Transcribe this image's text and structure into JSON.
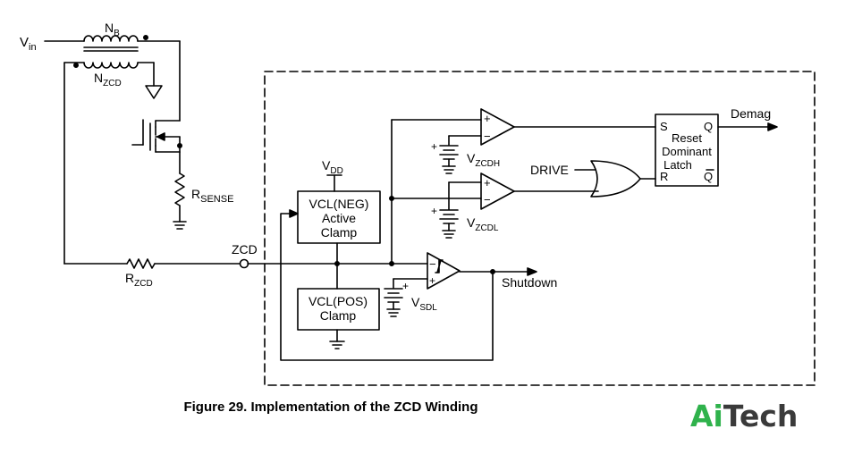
{
  "labels": {
    "vin_main": "V",
    "vin_sub": "in",
    "nb_main": "N",
    "nb_sub": "B",
    "nzcd_main": "N",
    "nzcd_sub": "ZCD",
    "rsense_main": "R",
    "rsense_sub": "SENSE",
    "zcd": "ZCD",
    "rzcd_main": "R",
    "rzcd_sub": "ZCD",
    "vdd_main": "V",
    "vdd_sub": "DD",
    "vcl_neg_line1": "VCL(NEG)",
    "vcl_neg_line2": "Active",
    "vcl_neg_line3": "Clamp",
    "vcl_pos_line1": "VCL(POS)",
    "vcl_pos_line2": "Clamp",
    "vzcdh_main": "V",
    "vzcdh_sub": "ZCDH",
    "vzcdl_main": "V",
    "vzcdl_sub": "ZCDL",
    "vsdl_main": "V",
    "vsdl_sub": "SDL",
    "drive": "DRIVE",
    "latch_s": "S",
    "latch_q": "Q",
    "latch_r": "R",
    "latch_qbar": "Q",
    "latch_line1": "Reset",
    "latch_line2": "Dominant",
    "latch_line3": "Latch",
    "demag": "Demag",
    "shutdown": "Shutdown",
    "plus": "+",
    "minus": "−"
  },
  "caption": "Figure 29. Implementation of the ZCD Winding",
  "logo": {
    "part1": "Ai",
    "part2": "Tech"
  }
}
